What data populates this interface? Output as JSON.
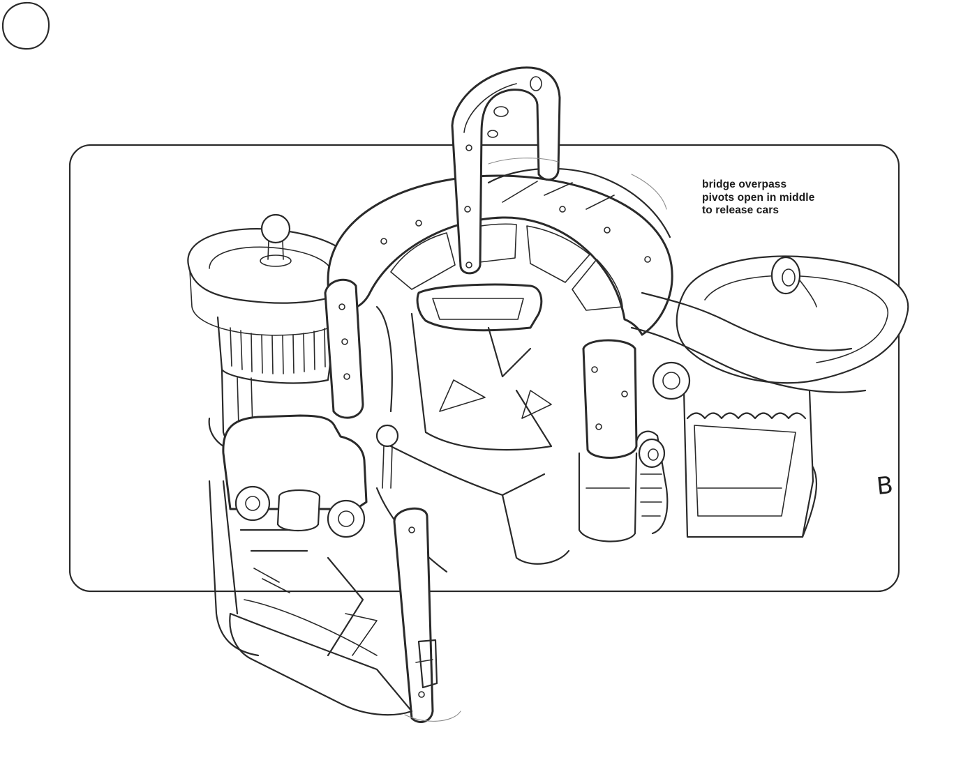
{
  "annotation": {
    "line1": "bridge overpass",
    "line2": "pivots open in middle",
    "line3": "to release cars"
  },
  "variant": {
    "letter": "B"
  },
  "drawing": {
    "subject-icon": "toy-playset-sketch",
    "ink_color": "#2a2a2a"
  }
}
